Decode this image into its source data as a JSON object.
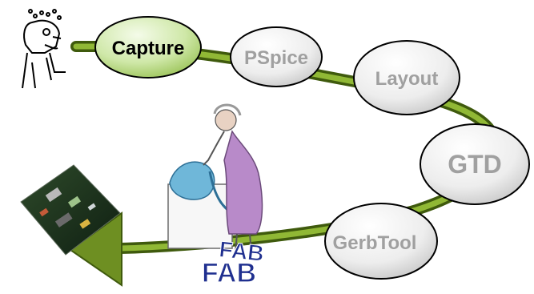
{
  "flow": {
    "nodes": [
      {
        "id": "capture",
        "label": "Capture",
        "state": "active"
      },
      {
        "id": "pspice",
        "label": "PSpice",
        "state": "inactive"
      },
      {
        "id": "layout",
        "label": "Layout",
        "state": "inactive"
      },
      {
        "id": "gtd",
        "label": "GTD",
        "state": "inactive"
      },
      {
        "id": "gerbtool",
        "label": "GerbTool",
        "state": "inactive"
      }
    ],
    "fab_label": "FAB"
  },
  "colors": {
    "path_dark": "#4f6b12",
    "path_light": "#8fb833",
    "active_fill": "#c8e6a0",
    "inactive_fill": "#eeeeee",
    "active_text": "#000000",
    "inactive_text": "#9a9a9a",
    "fab_fill": "#1f2f8f"
  }
}
